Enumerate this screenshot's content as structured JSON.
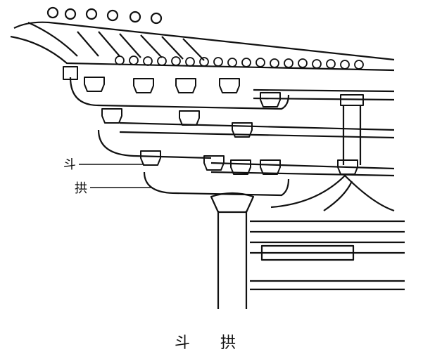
{
  "labels": {
    "dou": "斗",
    "gong": "拱"
  },
  "caption": "斗 拱",
  "colors": {
    "ink": "#111111",
    "background": "#ffffff"
  }
}
